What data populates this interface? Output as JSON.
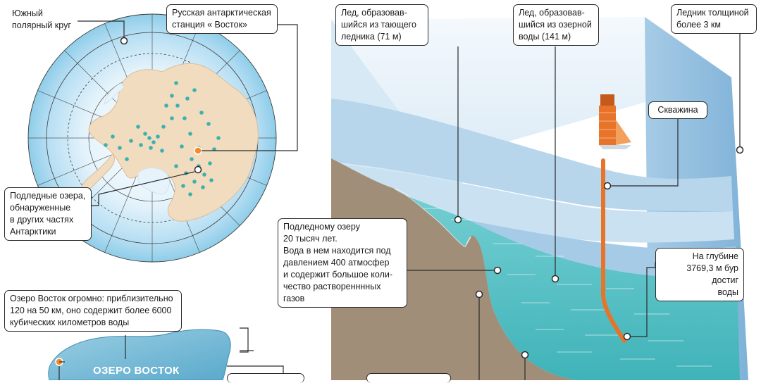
{
  "callouts": {
    "polar_circle": "Южный\nполярный круг",
    "vostok_station": "Русская антарктическая\nстанция « Восток»",
    "other_lakes": "Подледные озера,\nобнаруженные\nв других частях\nАнтарктики",
    "lake_size": "Озеро Восток огромно:  приблизительно\n120 на 50 км, оно содержит более 6000\nкубических километров воды",
    "ice_glacier": "Лед, образовав-\nшийся из тающего\nледника (71 м)",
    "ice_lake": "Лед, образовав-\nшийся из озерной\nводы (141 м)",
    "glacier_thickness": "Ледник толщиной\nболее 3 км",
    "borehole": "Скважина",
    "lake_age": "Подледному озеру\n20 тысяч лет.\nВода в нем находится под\nдавлением 400 атмосфер\nи содержит большое коли-\nчество растворенннных газов",
    "depth": "На глубине\n3769,3 м бур достиг\nводы"
  },
  "lake_label": "ОЗЕРО ВОСТОК",
  "colors": {
    "ice_light": "#e9f3fa",
    "ice_band": "#a9cde8",
    "water": "#5cc3c7",
    "rock": "#a18e78",
    "land": "#f2dcc0",
    "marker": "#3bb1b0",
    "station": "#f28c28",
    "drill": "#e8742a"
  },
  "icons": [
    "station-marker",
    "lake-dot",
    "callout-dot"
  ]
}
